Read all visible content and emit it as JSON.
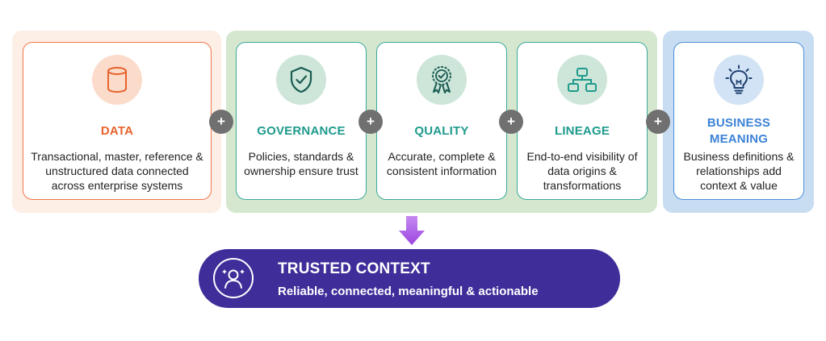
{
  "cards": [
    {
      "id": "data",
      "title": "DATA",
      "description": "Transactional, master, reference & unstructured data connected across enterprise systems",
      "icon": "database-icon"
    },
    {
      "id": "governance",
      "title": "GOVERNANCE",
      "description": "Policies, standards & ownership ensure trust",
      "icon": "shield-check-icon"
    },
    {
      "id": "quality",
      "title": "QUALITY",
      "description": "Accurate, complete & consistent information",
      "icon": "award-badge-icon"
    },
    {
      "id": "lineage",
      "title": "LINEAGE",
      "description": "End-to-end visibility of data origins & transformations",
      "icon": "flowchart-icon"
    },
    {
      "id": "business",
      "title": "BUSINESS MEANING",
      "description": "Business definitions & relationships add context & value",
      "icon": "lightbulb-icon"
    }
  ],
  "connector_symbol": "+",
  "result": {
    "title": "TRUSTED CONTEXT",
    "subtitle": "Reliable, connected, meaningful & actionable",
    "icon": "person-stars-icon"
  },
  "colors": {
    "data_accent": "#e8622c",
    "governance_accent": "#1e9a8c",
    "business_accent": "#3b82d6",
    "result_background": "#3f2d9a",
    "arrow": "#a24fe0"
  }
}
